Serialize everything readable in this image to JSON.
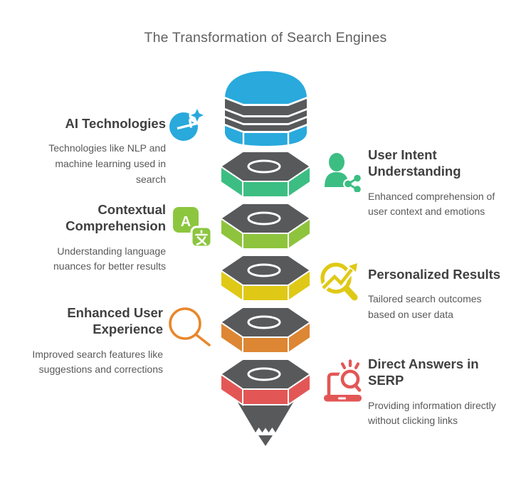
{
  "title": "The Transformation of Search Engines",
  "colors": {
    "blue": "#29A9DC",
    "emerald": "#3CBE83",
    "lime": "#8CC63F",
    "yellow": "#DFC916",
    "orange": "#E8872B",
    "red": "#E25756",
    "funnel_gray": "#58595B",
    "heading_text": "#404040",
    "body_text": "#595959"
  },
  "funnel": {
    "layers": [
      {
        "name": "layer-1",
        "color": "#29A9DC"
      },
      {
        "name": "layer-2",
        "color": "#3CBE83"
      },
      {
        "name": "layer-3",
        "color": "#8EC43D"
      },
      {
        "name": "layer-4",
        "color": "#DFC916"
      },
      {
        "name": "layer-5",
        "color": "#DD8633"
      },
      {
        "name": "layer-6",
        "color": "#E25756"
      }
    ],
    "tip_color": "#58595B"
  },
  "items": {
    "left": [
      {
        "heading": "AI Technologies",
        "description": "Technologies like NLP and\nmachine learning used in\nsearch",
        "icon": "ai-sparkle-icon"
      },
      {
        "heading": "Contextual\nComprehension",
        "description": "Understanding language\nnuances for better results",
        "icon": "translate-icon",
        "icon_glyphs": {
          "latin": "A",
          "cjk": "文"
        }
      },
      {
        "heading": "Enhanced User\nExperience",
        "description": "Improved search features like\nsuggestions and corrections",
        "icon": "magnifier-icon"
      }
    ],
    "right": [
      {
        "heading": "User Intent\nUnderstanding",
        "description": "Enhanced comprehension of\nuser context and emotions",
        "icon": "user-share-icon"
      },
      {
        "heading": "Personalized Results",
        "description": "Tailored search outcomes\nbased on user data",
        "icon": "trend-magnifier-icon"
      },
      {
        "heading": "Direct Answers in\nSERP",
        "description": "Providing information directly\nwithout clicking links",
        "icon": "laptop-search-icon"
      }
    ]
  }
}
